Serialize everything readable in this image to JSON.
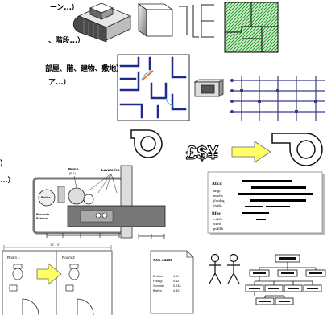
{
  "slide": {
    "left_text": [
      "ーン...）",
      "、階段...）",
      "部屋、階、建物、敷地）",
      "ア...）",
      "）",
      "...）"
    ]
  },
  "currency": {
    "symbols": "£$¥"
  },
  "hvac": {
    "pump": "Pump",
    "pump_tag": "(P-1)",
    "lavatories": "Lavatories",
    "boiler": "Boiler",
    "exhaust": [
      "Products",
      "Exhaust"
    ]
  },
  "card": {
    "lines": [
      "Abcd",
      "aBgf",
      "nshdfs",
      "jfdsdog",
      "vsnda",
      "Bfge",
      "vsddu",
      "xxvu",
      "psdfhh"
    ]
  },
  "room_plan": {
    "dimension": "18' - 0\"",
    "rooms": [
      "Room 1",
      "Room 2"
    ]
  },
  "report": {
    "id": "ONo A1265",
    "rows": [
      {
        "label": "2c-Mud",
        "value": "1.2h"
      },
      {
        "label": "Fnchg?",
        "value": "4.42"
      },
      {
        "label": "Sonnide",
        "value": "0.033"
      },
      {
        "label": "Bajhm",
        "value": "4.821"
      }
    ]
  },
  "colors": {
    "wall": "#1f2a8a",
    "door": "#e87a1e",
    "swing": "#3ab0e0",
    "hatch": "#1e9a2a",
    "hatch_bg": "#d8f0d0",
    "grid": "#3a3a8a",
    "arrow": "#ffff66"
  }
}
